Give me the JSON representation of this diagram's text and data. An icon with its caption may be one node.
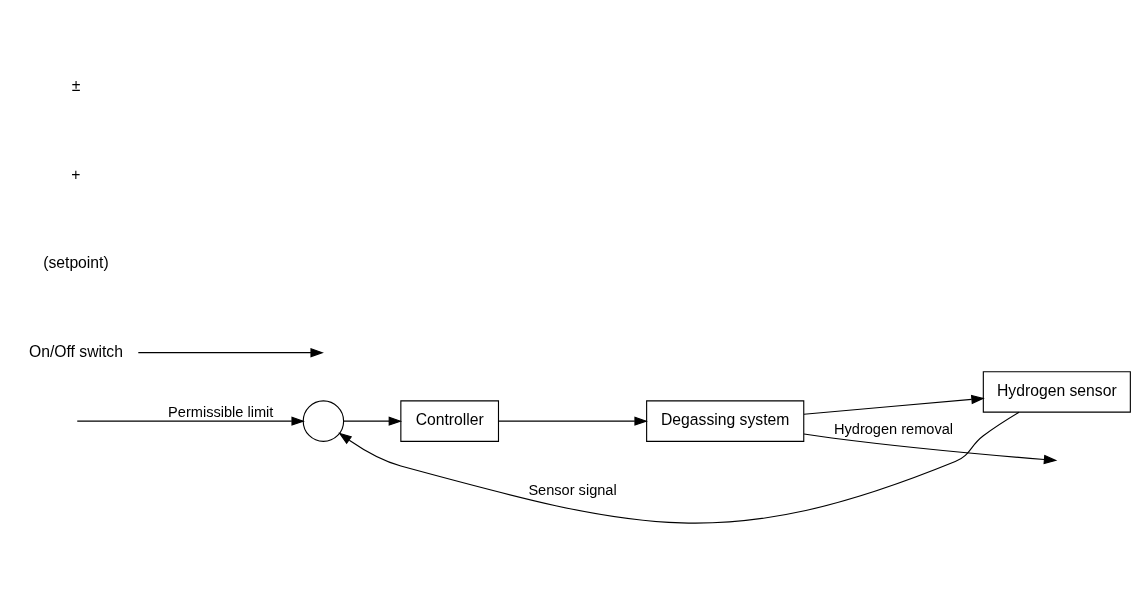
{
  "diagram": {
    "nodes": [
      {
        "text": [],
        "shape": "circle"
      },
      {
        "text": [
          "Controller"
        ]
      },
      {
        "text": [
          "Degassing system"
        ]
      },
      {
        "text": [
          "Hydrogen sensor"
        ]
      },
      {
        "text": [
          "On/Off switch"
        ]
      }
    ],
    "edges": [
      {
        "from": null,
        "to": 0,
        "arrow": "to",
        "label": "Permissible limit"
      },
      {
        "from": 0,
        "to": 1,
        "arrow": "to"
      },
      {
        "from": 1,
        "to": 2,
        "arrow": "to"
      },
      {
        "from": 4,
        "to": null,
        "arrow": "to"
      },
      {
        "from": 2,
        "to": null,
        "arrow": "to",
        "label": "Hydrogen removal"
      },
      {
        "from": 2,
        "to": 3,
        "arrow": "to"
      },
      {
        "from": 3,
        "to": 0,
        "arrow": "to",
        "label": "Sensor signal"
      }
    ],
    "labels": [
      "(setpoint)",
      "+",
      "±"
    ]
  }
}
